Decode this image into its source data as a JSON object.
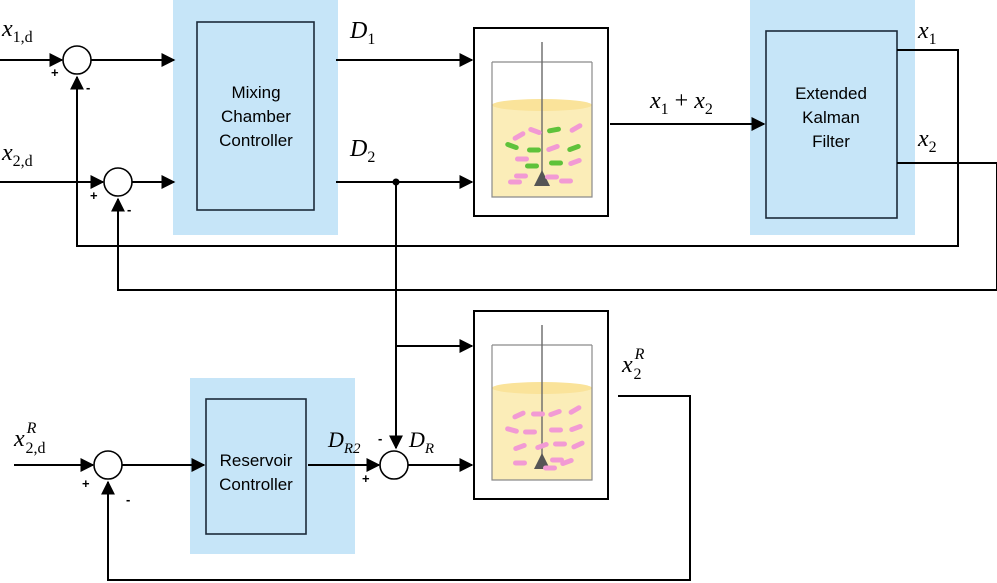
{
  "blocks": {
    "mixing_controller": [
      "Mixing",
      "Chamber",
      "Controller"
    ],
    "reservoir_controller": [
      "Reservoir",
      "Controller"
    ],
    "ekf": [
      "Extended",
      "Kalman",
      "Filter"
    ]
  },
  "signals": {
    "x1d": {
      "base": "x",
      "sub": "1,d"
    },
    "x2d": {
      "base": "x",
      "sub": "2,d"
    },
    "x2Rd": {
      "base": "x",
      "sup": "R",
      "sub": "2,d"
    },
    "D1": {
      "base": "D",
      "sub": "1"
    },
    "D2": {
      "base": "D",
      "sub": "2"
    },
    "DR2": {
      "base": "D",
      "sub": "R2"
    },
    "DR": {
      "base": "D",
      "sub": "R"
    },
    "x1": {
      "base": "x",
      "sub": "1"
    },
    "x2": {
      "base": "x",
      "sub": "2"
    },
    "x2R": {
      "base": "x",
      "sup": "R",
      "sub": "2"
    },
    "x1_plus_x2": {
      "a": "x",
      "a_sub": "1",
      "op": "+",
      "b": "x",
      "b_sub": "2"
    }
  },
  "signs": {
    "plus": "+",
    "minus": "-"
  },
  "colors": {
    "highlight": "#c6e5f8",
    "liquid": "#fbedb8",
    "cell_pink": "#f29ad4",
    "cell_green": "#5fc23a",
    "line": "#000000"
  }
}
